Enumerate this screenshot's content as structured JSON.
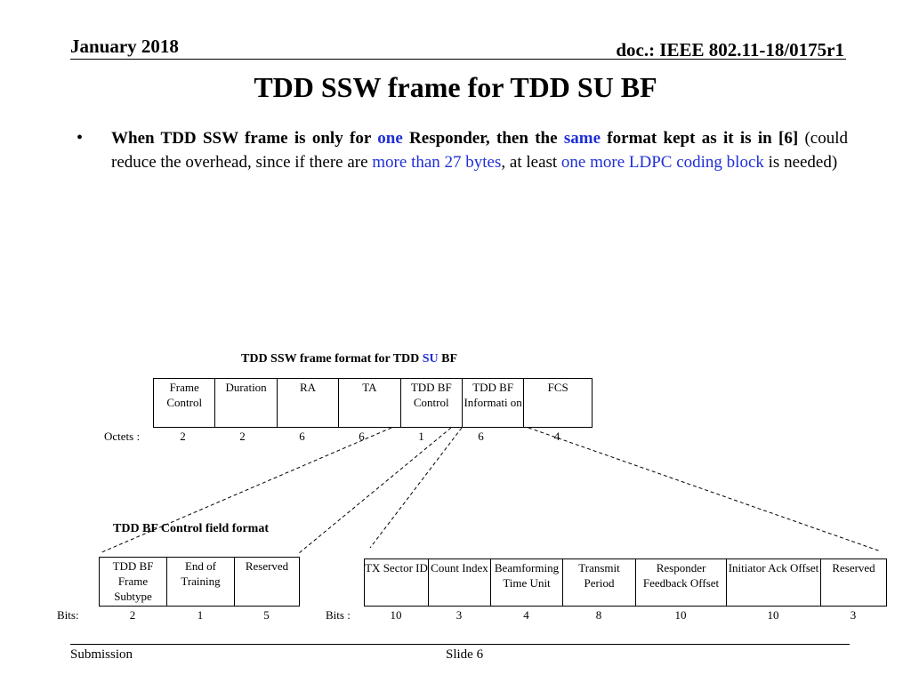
{
  "header": {
    "date": "January 2018",
    "doc": "doc.: IEEE 802.11-18/0175r1"
  },
  "title": "TDD SSW frame for TDD SU BF",
  "bullet": {
    "p1": "When TDD SSW frame is only for ",
    "p2": "one",
    "p3": " Responder, then the ",
    "p4": "same",
    "p5": " format kept as it is in [6]",
    "p6": " (could reduce the overhead, since if there are ",
    "p7": "more than 27 bytes",
    "p8": ", at least ",
    "p9": "one more LDPC coding block",
    "p10": " is needed)"
  },
  "frame_format": {
    "caption_a": "TDD SSW frame format for TDD ",
    "caption_su": "SU",
    "caption_b": " BF",
    "row_label": "Octets :",
    "fields": [
      {
        "name": "Frame Control",
        "size": "2"
      },
      {
        "name": "Duration",
        "size": "2"
      },
      {
        "name": "RA",
        "size": "6"
      },
      {
        "name": "TA",
        "size": "6"
      },
      {
        "name": "TDD BF Control",
        "size": "1"
      },
      {
        "name": "TDD BF Informati on",
        "size": "6"
      },
      {
        "name": "FCS",
        "size": "4"
      }
    ]
  },
  "control_format": {
    "caption": "TDD BF Control field format",
    "row_label": "Bits:",
    "fields": [
      {
        "name": "TDD BF Frame Subtype",
        "size": "2"
      },
      {
        "name": "End of Training",
        "size": "1"
      },
      {
        "name": "Reserved",
        "size": "5"
      }
    ]
  },
  "info_format": {
    "row_label": "Bits :",
    "fields": [
      {
        "name": "TX Sector ID",
        "size": "10"
      },
      {
        "name": "Count Index",
        "size": "3"
      },
      {
        "name": "Beamforming Time Unit",
        "size": "4"
      },
      {
        "name": "Transmit Period",
        "size": "8"
      },
      {
        "name": "Responder Feedback Offset",
        "size": "10"
      },
      {
        "name": "Initiator Ack Offset",
        "size": "10"
      },
      {
        "name": "Reserved",
        "size": "3"
      }
    ]
  },
  "footer": {
    "submission": "Submission",
    "slide": "Slide 6"
  }
}
